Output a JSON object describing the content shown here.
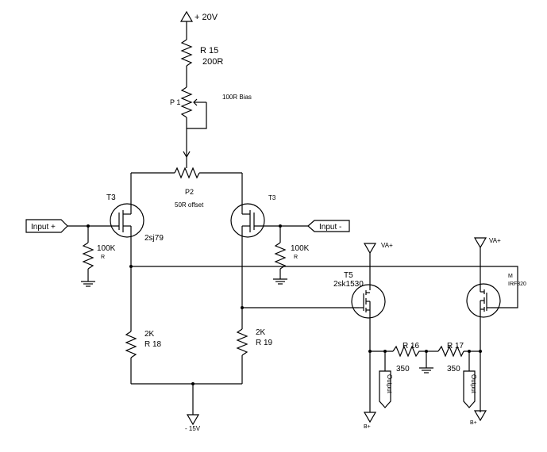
{
  "supplies": {
    "top": "+ 20V",
    "bottom": "- 15V",
    "va_left": "VA+",
    "va_right": "VA+",
    "b_left": "B+",
    "b_right": "B+"
  },
  "resistors": {
    "r15_name": "R 15",
    "r15_value": "200R",
    "p1_name": "P 1",
    "p1_desc": "100R Bias",
    "p2_name": "P2",
    "p2_desc": "50R offset",
    "r_in_left_value": "100K",
    "r_in_left_name": "R",
    "r_in_right_value": "100K",
    "r_in_right_name": "R",
    "r18_value": "2K",
    "r18_name": "R 18",
    "r19_value": "2K",
    "r19_name": "R 19",
    "r16_name": "R 16",
    "r16_value": "350",
    "r17_name": "R 17",
    "r17_value": "350"
  },
  "transistors": {
    "t3_left_name": "T3",
    "t3_left_part": "2sj79",
    "t3_right_name": "T3",
    "t5_name": "T5",
    "t5_part": "2sk1530",
    "m_name": "M",
    "m_part": "IRF820"
  },
  "ports": {
    "input_plus": "Input +",
    "input_minus": "Input -",
    "output_left": "Output",
    "output_right": "Output"
  }
}
